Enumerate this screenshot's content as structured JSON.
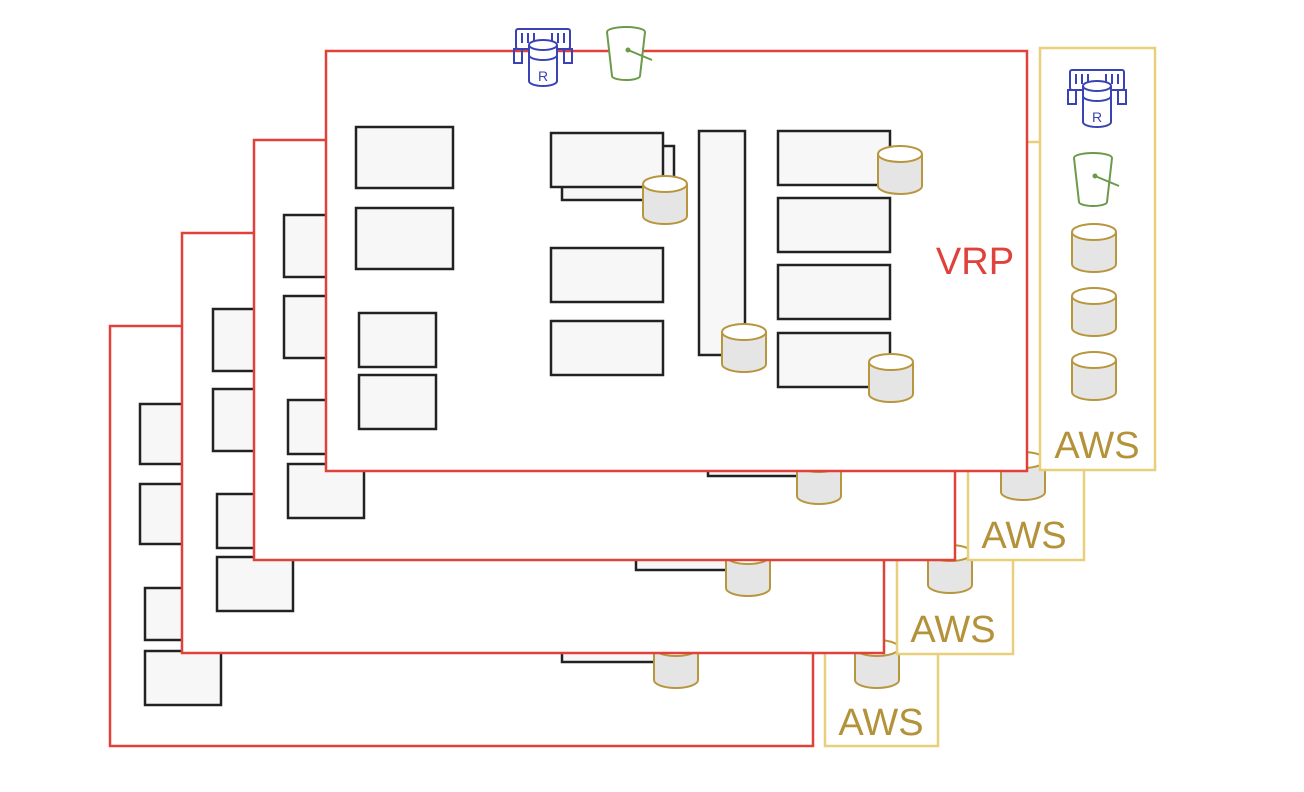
{
  "labels": {
    "vrp": "VRP",
    "aws": [
      "AWS",
      "AWS",
      "AWS",
      "AWS"
    ]
  },
  "icons": {
    "rds": {
      "name": "rds-database-icon",
      "letter": "R"
    },
    "bucket": {
      "name": "s3-bucket-icon"
    },
    "db": {
      "name": "database-cylinder-icon"
    }
  },
  "colors": {
    "vrp_border": "#e0413a",
    "aws_border": "#e8cf7c",
    "aws_text": "#b3923a",
    "box_border": "#222222",
    "box_fill": "#f7f7f7",
    "db_stroke": "#b8963e",
    "db_fill": "#e5e5e5",
    "rds_color": "#3a43b5",
    "bucket_color": "#6a9a4a"
  }
}
